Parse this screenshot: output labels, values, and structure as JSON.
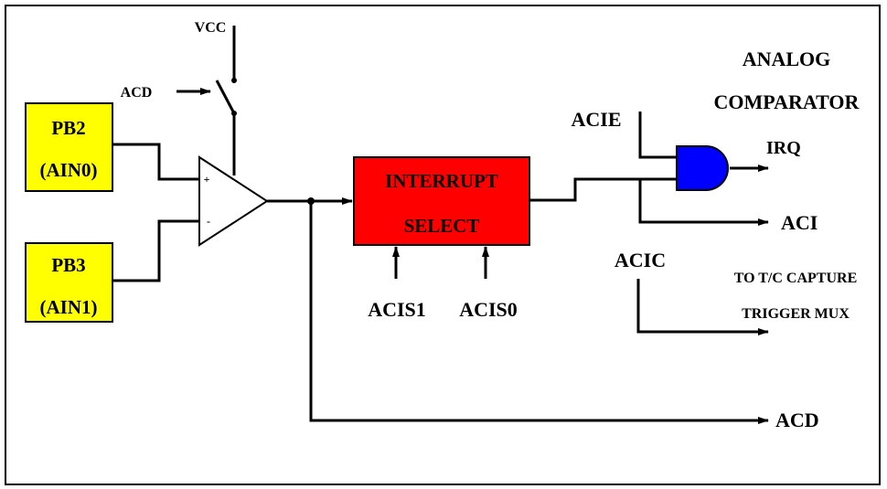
{
  "title": {
    "line1": "ANALOG",
    "line2": "COMPARATOR"
  },
  "pins": {
    "pb2": {
      "name": "PB2",
      "alt": "(AIN0)"
    },
    "pb3": {
      "name": "PB3",
      "alt": "(AIN1)"
    }
  },
  "power": {
    "vcc": "VCC",
    "acd_switch": "ACD"
  },
  "comparator": {
    "plus": "+",
    "minus": "-"
  },
  "interrupt_select": {
    "line1": "INTERRUPT",
    "line2": "SELECT"
  },
  "select_bits": {
    "acis1": "ACIS1",
    "acis0": "ACIS0"
  },
  "gate": {
    "acie": "ACIE",
    "irq": "IRQ"
  },
  "outputs": {
    "aci": "ACI",
    "acic": "ACIC",
    "capture_line1": "TO T/C CAPTURE",
    "capture_line2": "TRIGGER MUX",
    "acd": "ACD"
  },
  "colors": {
    "pin_box": "#ffff00",
    "interrupt_box": "#ff0000",
    "and_gate": "#0000ff",
    "wire": "#000000"
  }
}
